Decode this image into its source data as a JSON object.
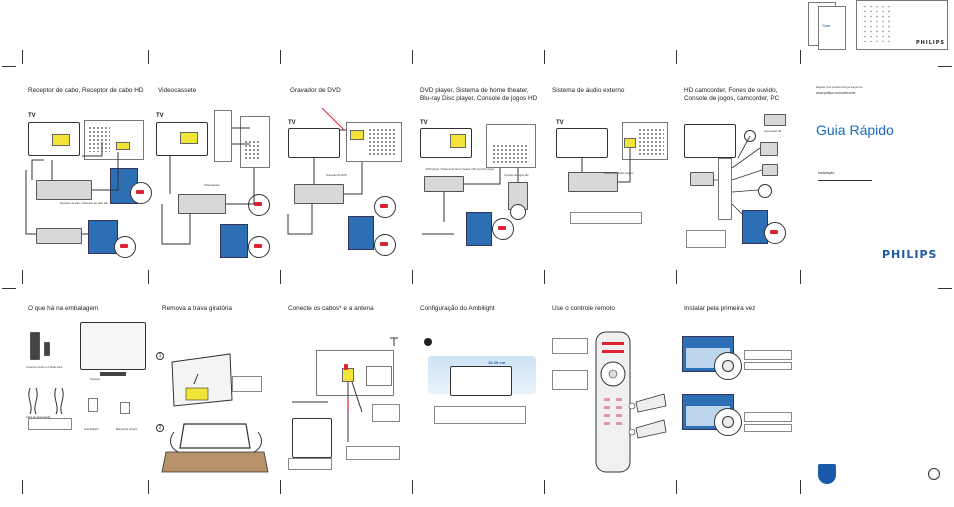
{
  "sections": {
    "cable": "Receptor de cabo, Receptor de cabo HD",
    "vcr": "Videocassete",
    "dvd_recorder": "Gravador de DVD",
    "dvd_player_line1": "DVD player, Sistema de home theater,",
    "dvd_player_line2": "Blu-ray Disc player, Console de jogos HD",
    "audio": "Sistema de áudio externo",
    "camcorder_line1": "HD camcorder, Fones de ouvido,",
    "camcorder_line2": "Console de jogos, camcorder, PC",
    "box_contents": "O que há na embalagem",
    "remove_lock": "Remova a trava giratória",
    "connect_cables": "Conecte os cabos* e a antena",
    "ambilight": "Configuração do Ambilight",
    "remote": "Use o controle remoto",
    "first_install": "Instalar pela primeira vez"
  },
  "tv_label": "TV",
  "cover": {
    "title": "Guia Rápido",
    "subtitle": "Instalação",
    "url_caption": "Register your product and get support at",
    "url": "www.philips.com/welcome",
    "brand": "PHILIPS",
    "brand_small": "PHILIPS",
    "start_label": "Start"
  },
  "labels": {
    "cable_box": "Receptor de cabo / Receptor de cabo HD",
    "vcr_device": "Videocassete",
    "dvd_rec_device": "Gravador de DVD",
    "dvd_player_device": "DVD player / Sistema de home theater / Blu-ray Disc player",
    "console_device": "Console de jogos HD",
    "audio_device": "Sistema de áudio externo",
    "camcorder_device": "Camcorder HD",
    "remote_caption": "Controle remoto e 2 pilhas AAA",
    "tv_caption": "Televisor",
    "power_caption": "Cabo de alimentação",
    "quick_guide_caption": "Guia Rápido",
    "manual_caption": "Manual do usuário",
    "ambilight_range": "10-25 cm",
    "step1": "1",
    "step2": "2"
  }
}
